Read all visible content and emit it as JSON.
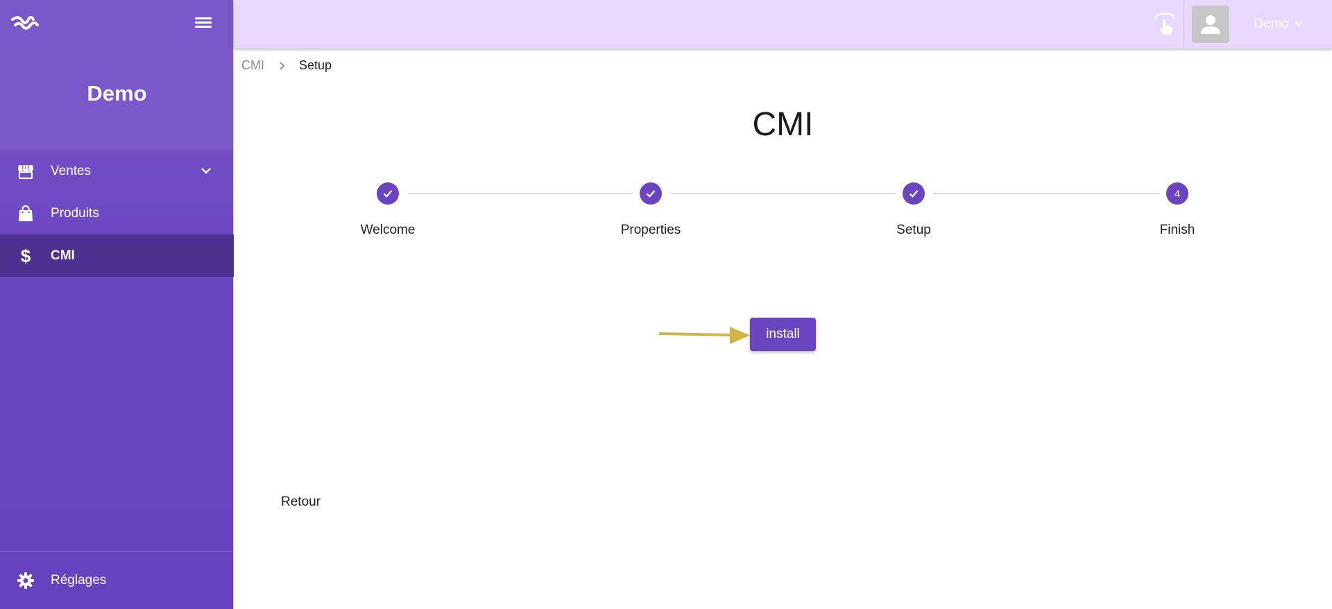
{
  "sidebar": {
    "store_name": "Demo",
    "items": [
      {
        "label": "Ventes",
        "icon": "store-icon"
      },
      {
        "label": "Produits",
        "icon": "shopping-bag-icon"
      },
      {
        "label": "CMI",
        "icon": "dollar-icon"
      }
    ],
    "footer": {
      "label": "Réglages",
      "icon": "gear-icon"
    }
  },
  "topbar": {
    "user_name": "Demo"
  },
  "breadcrumb": {
    "parent": "CMI",
    "current": "Setup"
  },
  "main": {
    "title": "CMI",
    "steps": [
      {
        "label": "Welcome",
        "state": "done"
      },
      {
        "label": "Properties",
        "state": "done"
      },
      {
        "label": "Setup",
        "state": "done"
      },
      {
        "label": "Finish",
        "state": "active",
        "number": "4"
      }
    ],
    "install_label": "install",
    "back_label": "Retour"
  },
  "colors": {
    "primary": "#6b44c1",
    "sidebar_active": "#4e3090",
    "topbar": "#e8d8ff",
    "arrow": "#d4b444"
  }
}
